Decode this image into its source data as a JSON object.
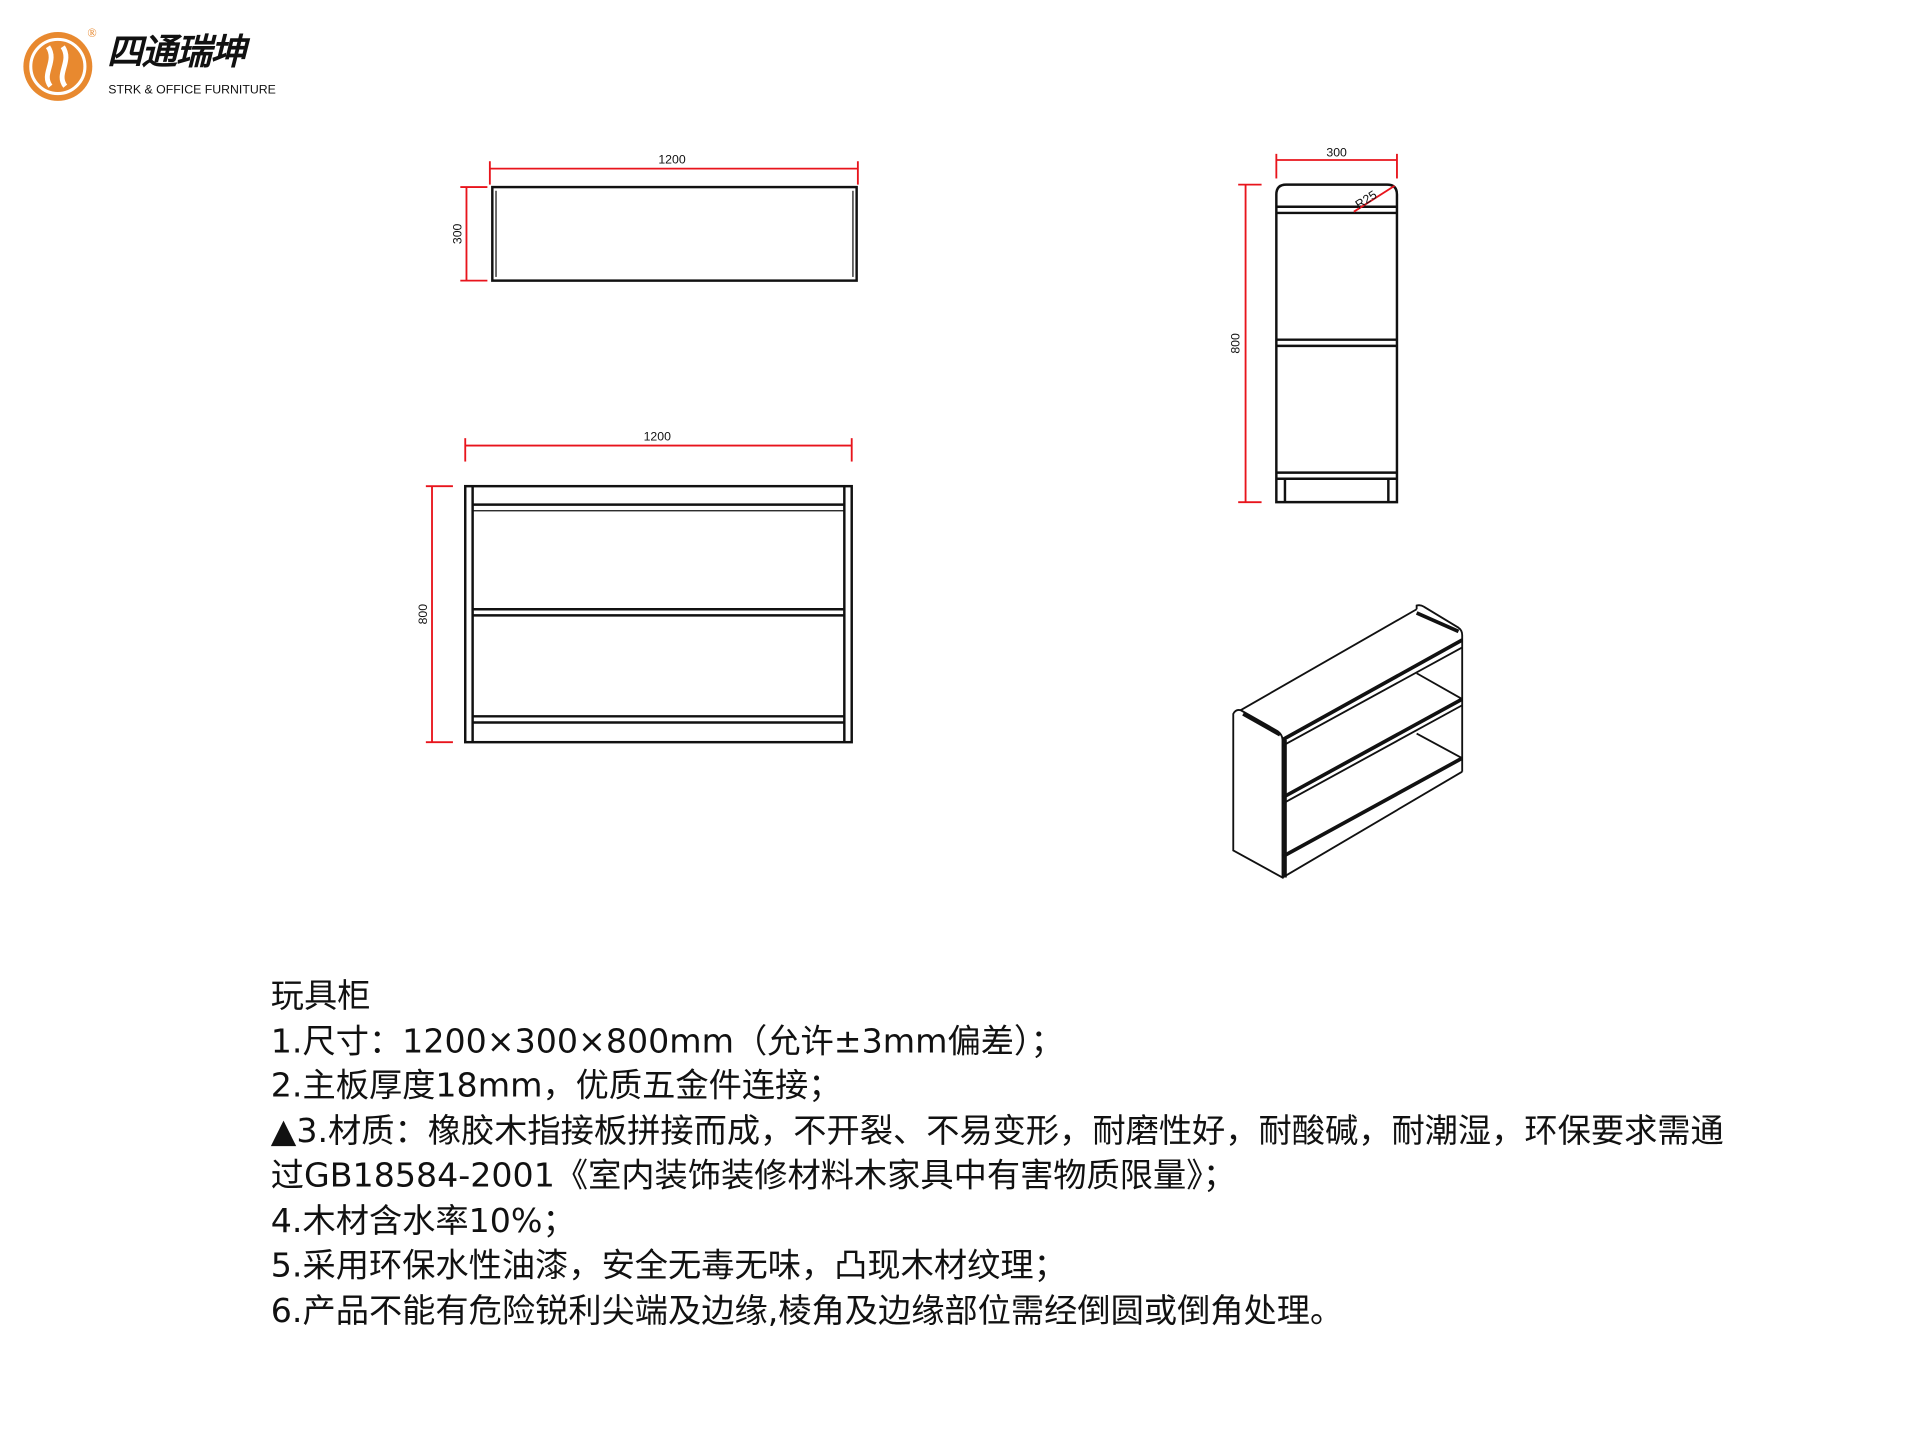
{
  "logo": {
    "brand_cn": "四通瑞坤",
    "brand_en": "STRK & OFFICE FURNITURE",
    "registered": "®",
    "colors": {
      "orange": "#E8892F"
    }
  },
  "drawings": {
    "plan_view": {
      "width_label": "1200",
      "depth_label": "300"
    },
    "front_view": {
      "width_label": "1200",
      "height_label": "800"
    },
    "side_view": {
      "depth_label": "300",
      "height_label": "800",
      "radius_label": "R25"
    },
    "colors": {
      "dimension": "#E8141C",
      "line": "#111111"
    }
  },
  "spec": {
    "title": "玩具柜",
    "items": [
      "1.尺寸：1200×300×800mm（允许±3mm偏差）；",
      "2.主板厚度18mm，优质五金件连接；",
      "▲3.材质：橡胶木指接板拼接而成，不开裂、不易变形，耐磨性好，耐酸碱，耐潮湿，环保要求需通过GB18584-2001《室内装饰装修材料木家具中有害物质限量》；",
      "4.木材含水率10%；",
      "5.采用环保水性油漆，安全无毒无味，凸现木材纹理；",
      "6.产品不能有危险锐利尖端及边缘,棱角及边缘部位需经倒圆或倒角处理。"
    ]
  }
}
